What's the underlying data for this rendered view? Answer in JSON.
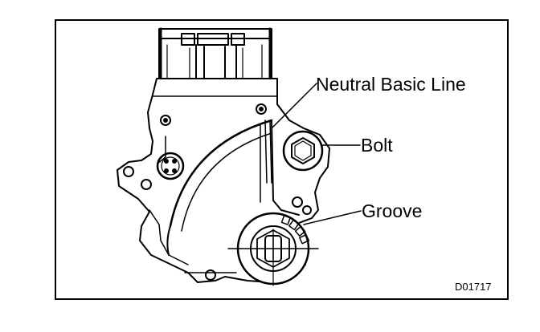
{
  "labels": {
    "neutral_basic_line": "Neutral Basic Line",
    "bolt": "Bolt",
    "groove": "Groove"
  },
  "figure_code": "D01717",
  "colors": {
    "ink": "#000000",
    "paper": "#ffffff"
  }
}
